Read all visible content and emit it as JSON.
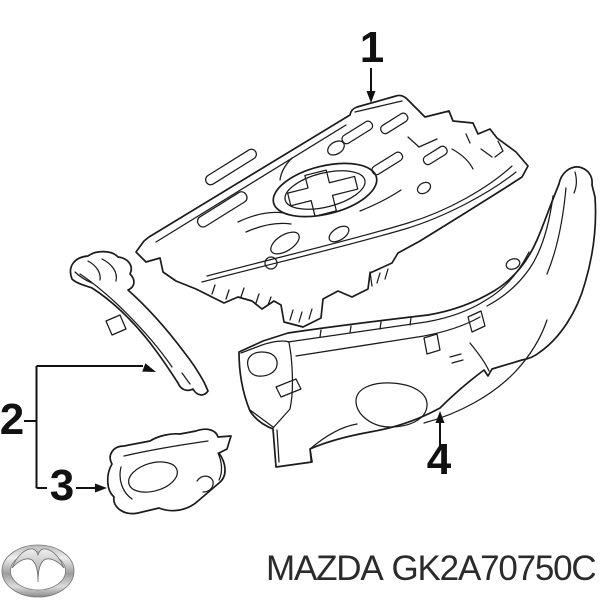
{
  "colors": {
    "background": "#ffffff",
    "line_art": "#1b1b1b",
    "callout_label": "#111111",
    "footer_text": "#2b2b2b",
    "logo_chrome_light": "#efefef",
    "logo_chrome_dark": "#8a8a8a"
  },
  "diagram": {
    "callouts": [
      {
        "label": "1"
      },
      {
        "label": "2"
      },
      {
        "label": "3"
      },
      {
        "label": "4"
      }
    ]
  },
  "footer": {
    "logo_icon": "mazda-logo",
    "brand": "MAZDA",
    "part_number": "GK2A70750C"
  }
}
